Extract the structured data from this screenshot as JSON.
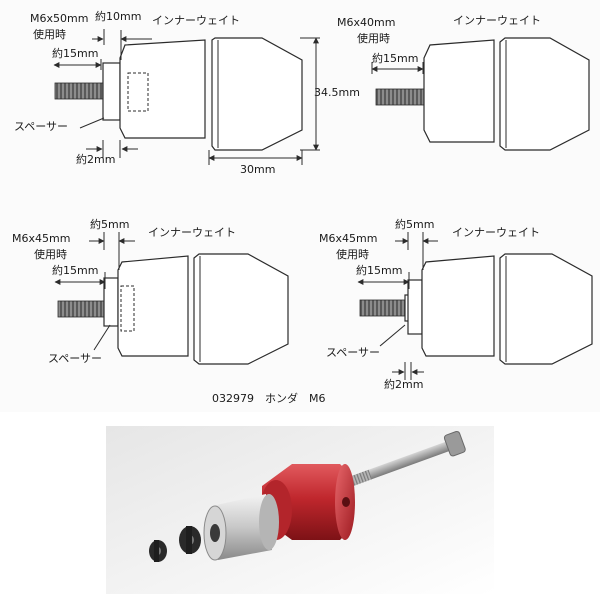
{
  "diagrams": [
    {
      "thread_size": "M6x50mm",
      "usage_length": "使用時",
      "inner_length": "約15mm",
      "inset_width": "約10mm",
      "spacer_label": "スペーサー",
      "spacer_width": "約2mm",
      "inner_weight_label": "インナーウェイト",
      "height_label": "34.5mm",
      "width_label": "30mm"
    },
    {
      "thread_size": "M6x40mm",
      "usage_length": "使用時",
      "inner_length": "約15mm",
      "inner_weight_label": "インナーウェイト"
    },
    {
      "thread_size": "M6x45mm",
      "usage_length": "使用時",
      "inner_length": "約15mm",
      "inset_width": "約5mm",
      "spacer_label": "スペーサー",
      "inner_weight_label": "インナーウェイト"
    },
    {
      "thread_size": "M6x45mm",
      "usage_length": "使用時",
      "inner_length": "約15mm",
      "inset_width": "約5mm",
      "spacer_label": "スペーサー",
      "spacer_width": "約2mm",
      "inner_weight_label": "インナーウェイト"
    }
  ],
  "caption": "032979　ホンダ　M6",
  "photo": {
    "colors": {
      "weight_red": "#c0272d",
      "inner_silver": "#c8c8c8",
      "spacer_black": "#1e1e1e",
      "bolt_steel": "#a9a9a9"
    }
  }
}
